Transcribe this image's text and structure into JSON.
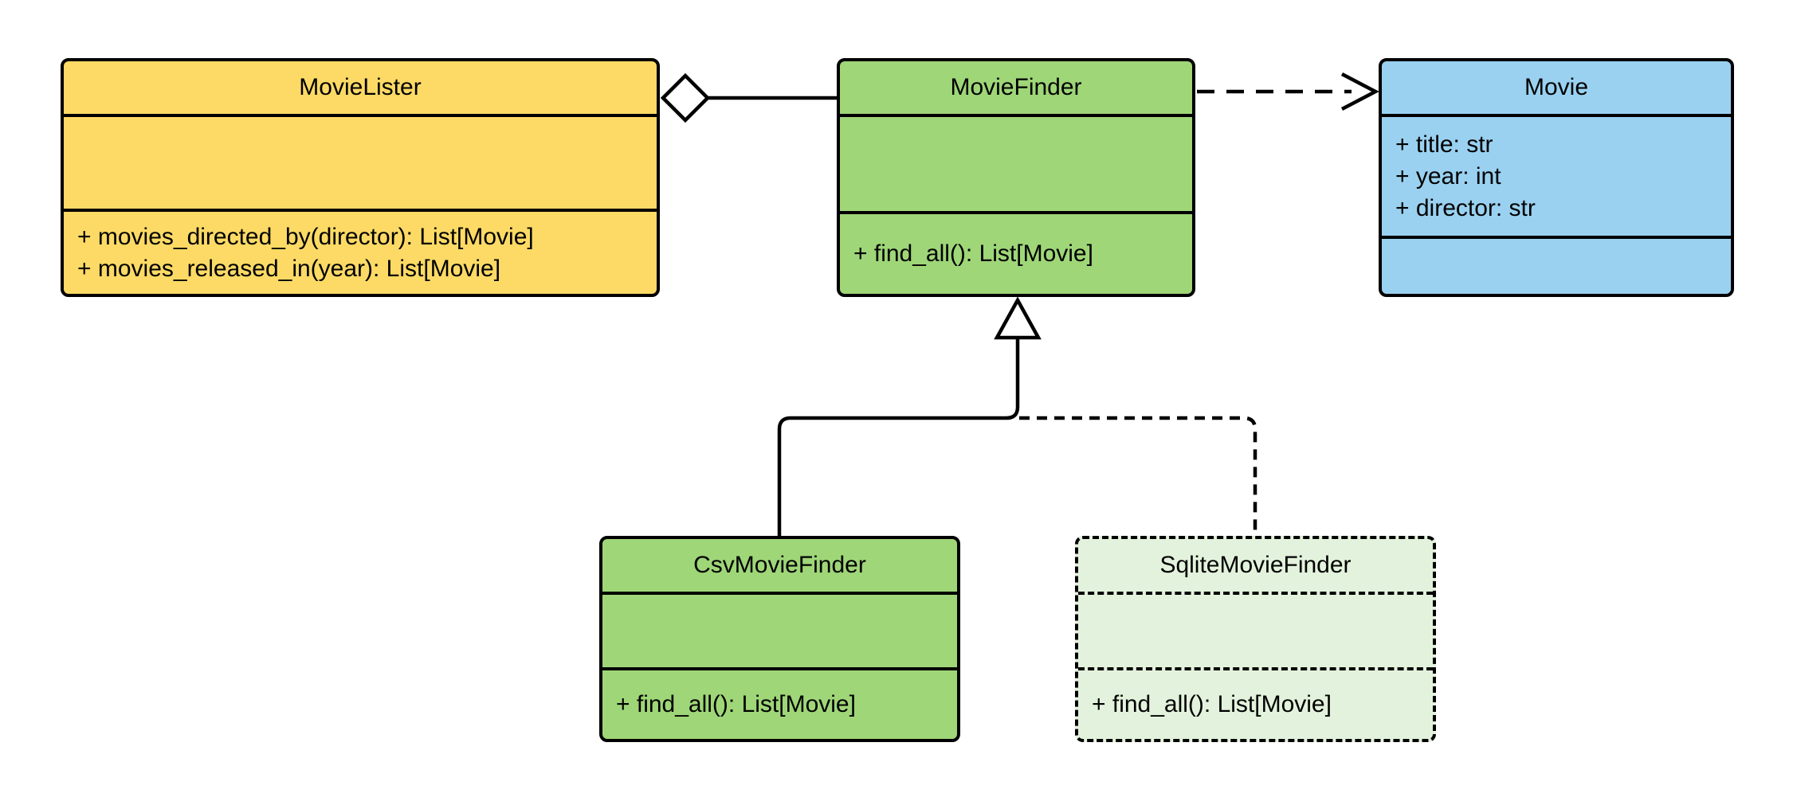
{
  "diagram": {
    "kind": "uml-class-diagram",
    "classes": [
      {
        "name": "MovieLister",
        "attributes": [],
        "methods": [
          "+ movies_directed_by(director): List[Movie]",
          "+ movies_released_in(year): List[Movie]"
        ],
        "fill": "#fcda65",
        "border_style": "solid"
      },
      {
        "name": "MovieFinder",
        "attributes": [],
        "methods": [
          "+ find_all(): List[Movie]"
        ],
        "fill": "#9fd678",
        "border_style": "solid"
      },
      {
        "name": "Movie",
        "attributes": [
          "+ title: str",
          "+ year: int",
          "+ director: str"
        ],
        "methods": [],
        "fill": "#9ad1f0",
        "border_style": "solid"
      },
      {
        "name": "CsvMovieFinder",
        "attributes": [],
        "methods": [
          "+ find_all(): List[Movie]"
        ],
        "fill": "#9fd678",
        "border_style": "solid"
      },
      {
        "name": "SqliteMovieFinder",
        "attributes": [],
        "methods": [
          "+ find_all(): List[Movie]"
        ],
        "fill": "#e3f2dc",
        "border_style": "dashed"
      }
    ],
    "relationships": [
      {
        "from": "MovieLister",
        "to": "MovieFinder",
        "type": "aggregation",
        "line": "solid",
        "marker": "hollow-diamond-at-source"
      },
      {
        "from": "MovieFinder",
        "to": "Movie",
        "type": "dependency",
        "line": "dashed",
        "marker": "open-arrow-at-target"
      },
      {
        "from": "CsvMovieFinder",
        "to": "MovieFinder",
        "type": "generalization",
        "line": "solid",
        "marker": "hollow-triangle-at-target"
      },
      {
        "from": "SqliteMovieFinder",
        "to": "MovieFinder",
        "type": "generalization",
        "line": "dashed",
        "marker": "hollow-triangle-at-target"
      }
    ]
  },
  "colors": {
    "yellow": "#fcda65",
    "green": "#9fd678",
    "green-light": "#e3f2dc",
    "blue": "#9ad1f0",
    "stroke": "#000000",
    "canvas": "#ffffff"
  }
}
